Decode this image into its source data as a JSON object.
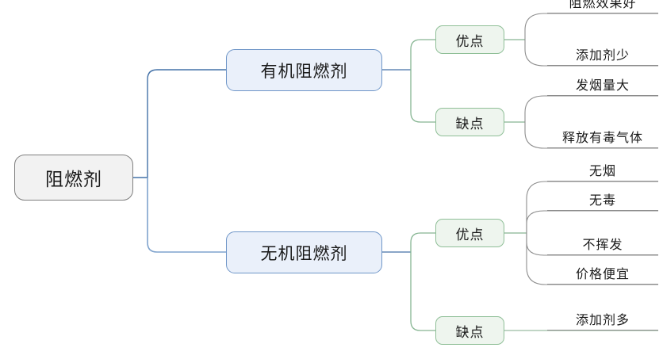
{
  "diagram": {
    "type": "mind-map",
    "title": "阻燃剂",
    "colors": {
      "root_fill": "#f2f2f2",
      "root_stroke": "#7f7f7f",
      "category_fill": "#eaf0fa",
      "category_stroke": "#6f96c8",
      "sub_fill": "#eef5ee",
      "sub_stroke": "#8fbf97",
      "leaf_underline": "#8c8c8c",
      "background": "#ffffff"
    }
  },
  "root": {
    "label": "阻燃剂"
  },
  "categories": [
    {
      "label": "有机阻燃剂",
      "subnodes": [
        {
          "label": "优点",
          "leaves": [
            {
              "label": "阻燃效果好"
            },
            {
              "label": "添加剂少"
            }
          ]
        },
        {
          "label": "缺点",
          "leaves": [
            {
              "label": "发烟量大"
            },
            {
              "label": "释放有毒气体"
            }
          ]
        }
      ]
    },
    {
      "label": "无机阻燃剂",
      "subnodes": [
        {
          "label": "优点",
          "leaves": [
            {
              "label": "无烟"
            },
            {
              "label": "无毒"
            },
            {
              "label": "不挥发"
            },
            {
              "label": "价格便宜"
            }
          ]
        },
        {
          "label": "缺点",
          "leaves": [
            {
              "label": "添加剂多"
            }
          ]
        }
      ]
    }
  ]
}
